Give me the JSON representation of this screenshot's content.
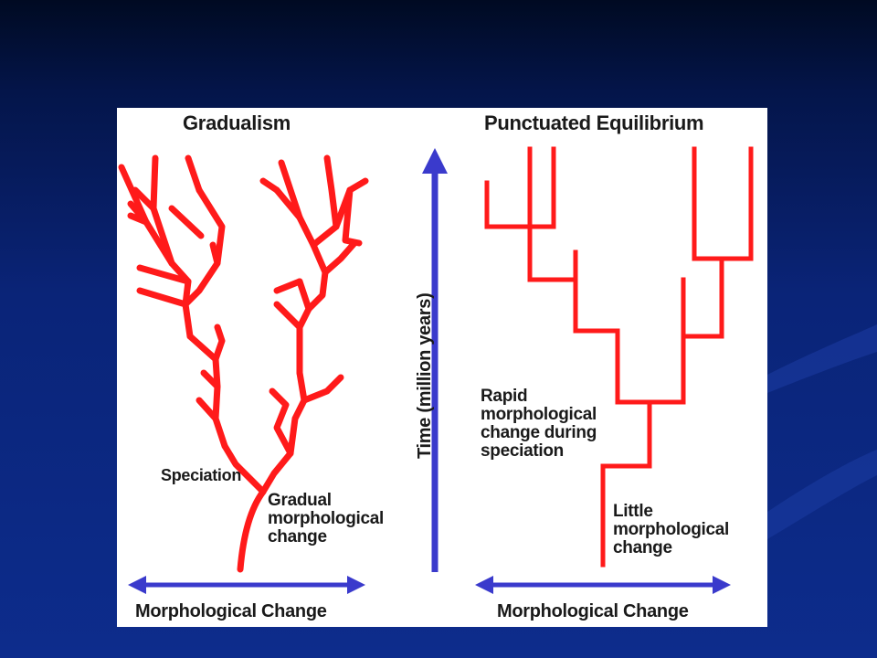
{
  "gradualism": {
    "title": "Gradualism",
    "speciation_label": "Speciation",
    "change_note": "Gradual\nmorphological\nchange",
    "axis_label": "Morphological Change"
  },
  "time_axis": {
    "label": "Time (million years)"
  },
  "punctuated": {
    "title": "Punctuated Equilibrium",
    "rapid_note": "Rapid\nmorphological\nchange during\nspeciation",
    "little_note": "Little\nmorphological\nchange",
    "axis_label": "Morphological Change"
  },
  "colors": {
    "branch": "#ff1a1a",
    "arrow": "#3a3acc",
    "background": "#0a2478",
    "panel": "#ffffff"
  }
}
